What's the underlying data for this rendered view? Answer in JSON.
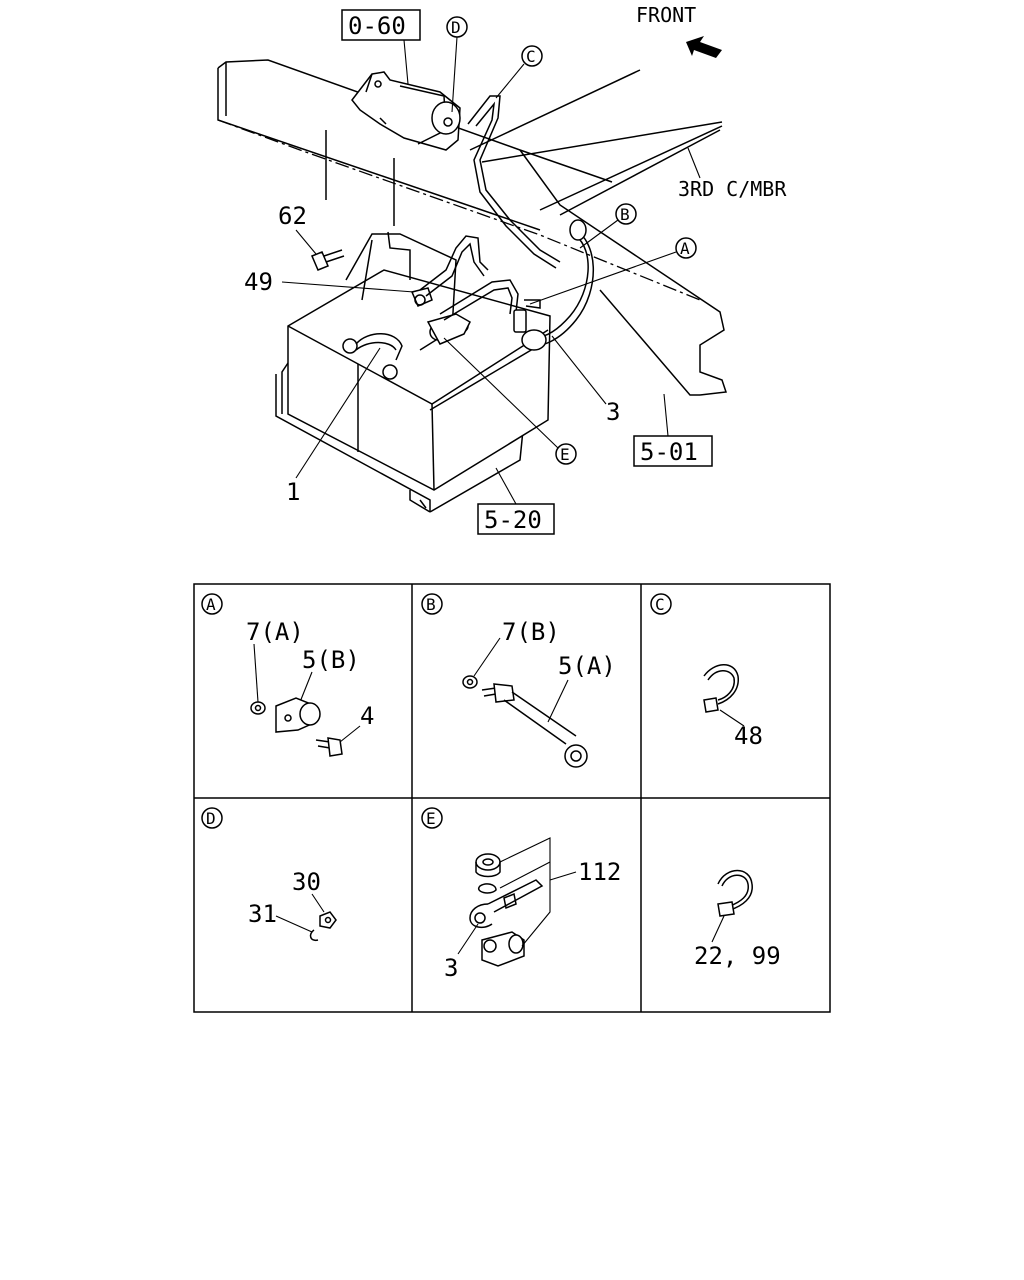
{
  "header": {
    "front_label": "FRONT",
    "crossmember_label": "3RD C/MBR"
  },
  "refs": {
    "ref_0_60": "0-60",
    "ref_5_01": "5-01",
    "ref_5_20": "5-20"
  },
  "callouts": {
    "A": "A",
    "B": "B",
    "C": "C",
    "D": "D",
    "E": "E"
  },
  "parts_main": {
    "p62": "62",
    "p49": "49",
    "p3": "3",
    "p1": "1"
  },
  "details": {
    "A": {
      "label": "A",
      "parts": [
        "7(A)",
        "5(B)",
        "4"
      ]
    },
    "B": {
      "label": "B",
      "parts": [
        "7(B)",
        "5(A)"
      ]
    },
    "C": {
      "label": "C",
      "parts": [
        "48"
      ]
    },
    "D": {
      "label": "D",
      "parts": [
        "30",
        "31"
      ]
    },
    "E": {
      "label": "E",
      "parts": [
        "112",
        "3"
      ]
    },
    "F": {
      "parts": [
        "22, 99"
      ]
    }
  }
}
